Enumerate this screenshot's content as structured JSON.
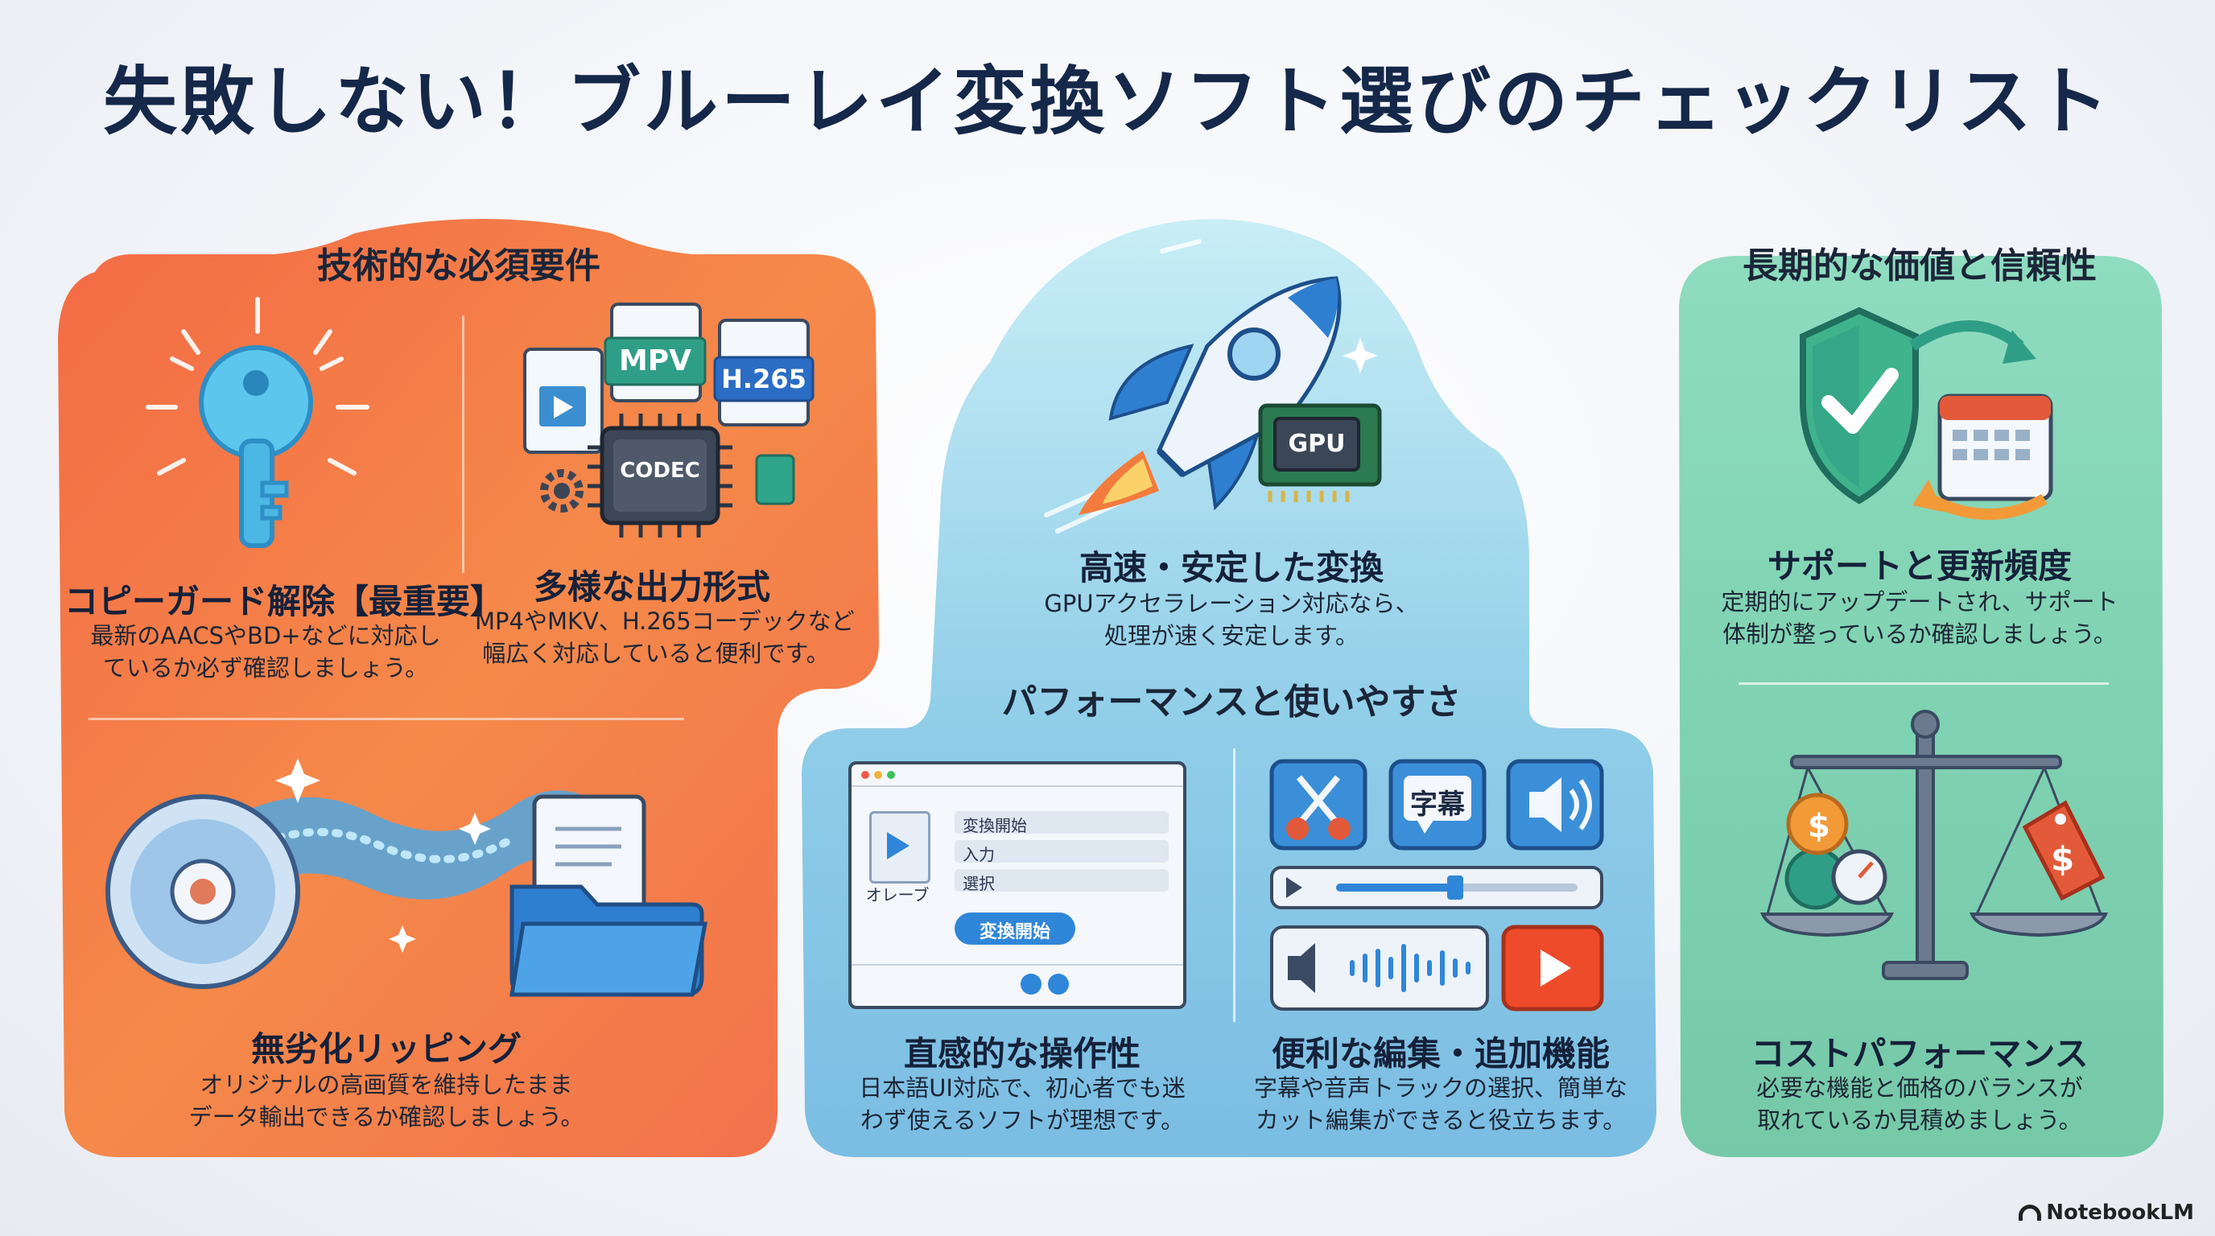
{
  "title": "失敗しない！ブルーレイ変換ソフト選びのチェックリスト",
  "brand": "NotebookLM",
  "colors": {
    "orange": "#f27a45",
    "blue": "#8fcbe6",
    "green": "#7fd2b0",
    "title": "#15284a"
  },
  "left": {
    "section": "技術的な必須要件",
    "copyguard": {
      "heading": "コピーガード解除【最重要】",
      "desc_line1": "最新のAACSやBD+などに対応し",
      "desc_line2": "ているか必ず確認しましょう。",
      "icon": "key-icon"
    },
    "formats": {
      "heading": "多様な出力形式",
      "desc_line1": "MP4やMKV、H.265コーデックなど",
      "desc_line2": "幅広く対応していると便利です。",
      "label_mpv": "MPV",
      "label_h265": "H.265",
      "label_codec": "CODEC",
      "icon": "codec-chip-icon"
    },
    "ripping": {
      "heading": "無劣化リッピング",
      "desc_line1": "オリジナルの高画質を維持したまま",
      "desc_line2": "データ輸出できるか確認しましょう。",
      "icon": "disc-to-folder-icon"
    }
  },
  "center": {
    "speed": {
      "heading": "高速・安定した変換",
      "desc_line1": "GPUアクセラレーション対応なら、",
      "desc_line2": "処理が速く安定します。",
      "gpu_label": "GPU",
      "icon": "rocket-icon"
    },
    "section": "パフォーマンスと使いやすさ",
    "ui": {
      "heading": "直感的な操作性",
      "desc_line1": "日本語UI対応で、初心者でも迷",
      "desc_line2": "わず使えるソフトが理想です。",
      "row1": "変換開始",
      "row2": "入力",
      "row3": "選択",
      "file_label": "オレーブ",
      "button": "変換開始",
      "icon": "app-window-icon"
    },
    "edit": {
      "heading": "便利な編集・追加機能",
      "desc_line1": "字幕や音声トラックの選択、簡単な",
      "desc_line2": "カット編集ができると役立ちます。",
      "subtitle_label": "字幕",
      "icon": "edit-tools-icon"
    }
  },
  "right": {
    "section": "長期的な価値と信頼性",
    "support": {
      "heading": "サポートと更新頻度",
      "desc_line1": "定期的にアップデートされ、サポート",
      "desc_line2": "体制が整っているか確認しましょう。",
      "icon": "shield-calendar-icon"
    },
    "cost": {
      "heading": "コストパフォーマンス",
      "desc_line1": "必要な機能と価格のバランスが",
      "desc_line2": "取れているか見積めましょう。",
      "icon": "balance-scale-icon"
    }
  }
}
